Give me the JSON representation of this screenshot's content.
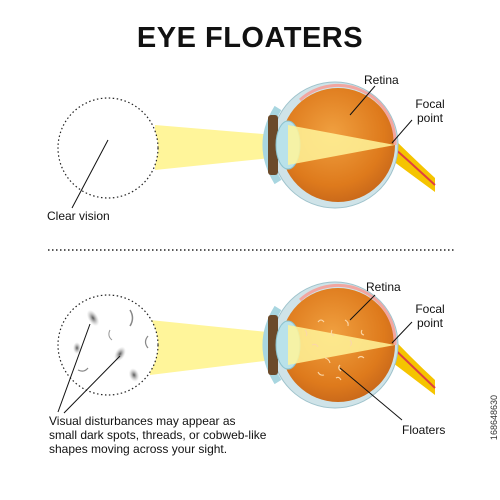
{
  "title": "EYE FLOATERS",
  "panels": {
    "top": {
      "retina_label": "Retina",
      "focal_label_line1": "Focal",
      "focal_label_line2": "point",
      "vision_label": "Clear vision"
    },
    "bottom": {
      "retina_label": "Retina",
      "focal_label_line1": "Focal",
      "focal_label_line2": "point",
      "floaters_label": "Floaters",
      "caption_line1": "Visual disturbances may appear as",
      "caption_line2": "small dark spots, threads, or cobweb-like",
      "caption_line3": "shapes moving across your sight."
    }
  },
  "stock_id": "168648630",
  "colors": {
    "light_beam": "#fff9a6",
    "eyeball": "#e0801e",
    "sclera_rim": "#cfe6ea",
    "floater": "#777777",
    "nerve": "#f3c000"
  }
}
